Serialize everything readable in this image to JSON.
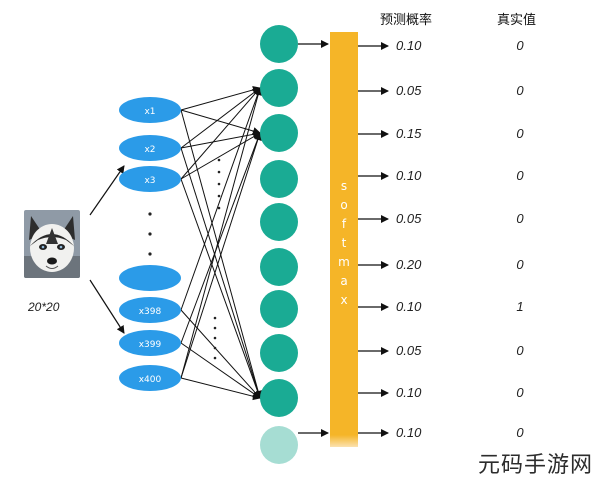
{
  "headers": {
    "pred": "预测概率",
    "truth": "真实值"
  },
  "input": {
    "size_label": "20*20",
    "image_icon": "husky-dog-photo"
  },
  "features": [
    "x1",
    "x2",
    "x3",
    "",
    "x398",
    "x399",
    "x400"
  ],
  "softmax_label": [
    "s",
    "o",
    "f",
    "t",
    "m",
    "a",
    "x"
  ],
  "predictions": [
    "0.10",
    "0.05",
    "0.15",
    "0.10",
    "0.05",
    "0.20",
    "0.10",
    "0.05",
    "0.10",
    "0.10"
  ],
  "truth": [
    "0",
    "0",
    "0",
    "0",
    "0",
    "0",
    "1",
    "0",
    "0",
    "0"
  ],
  "watermark": "元码手游网",
  "colors": {
    "feature": "#2b9be8",
    "neuron": "#1aab94",
    "neuron_faded": "#a6ddd3",
    "softmax": "#f5b528",
    "arrow": "#111111"
  }
}
